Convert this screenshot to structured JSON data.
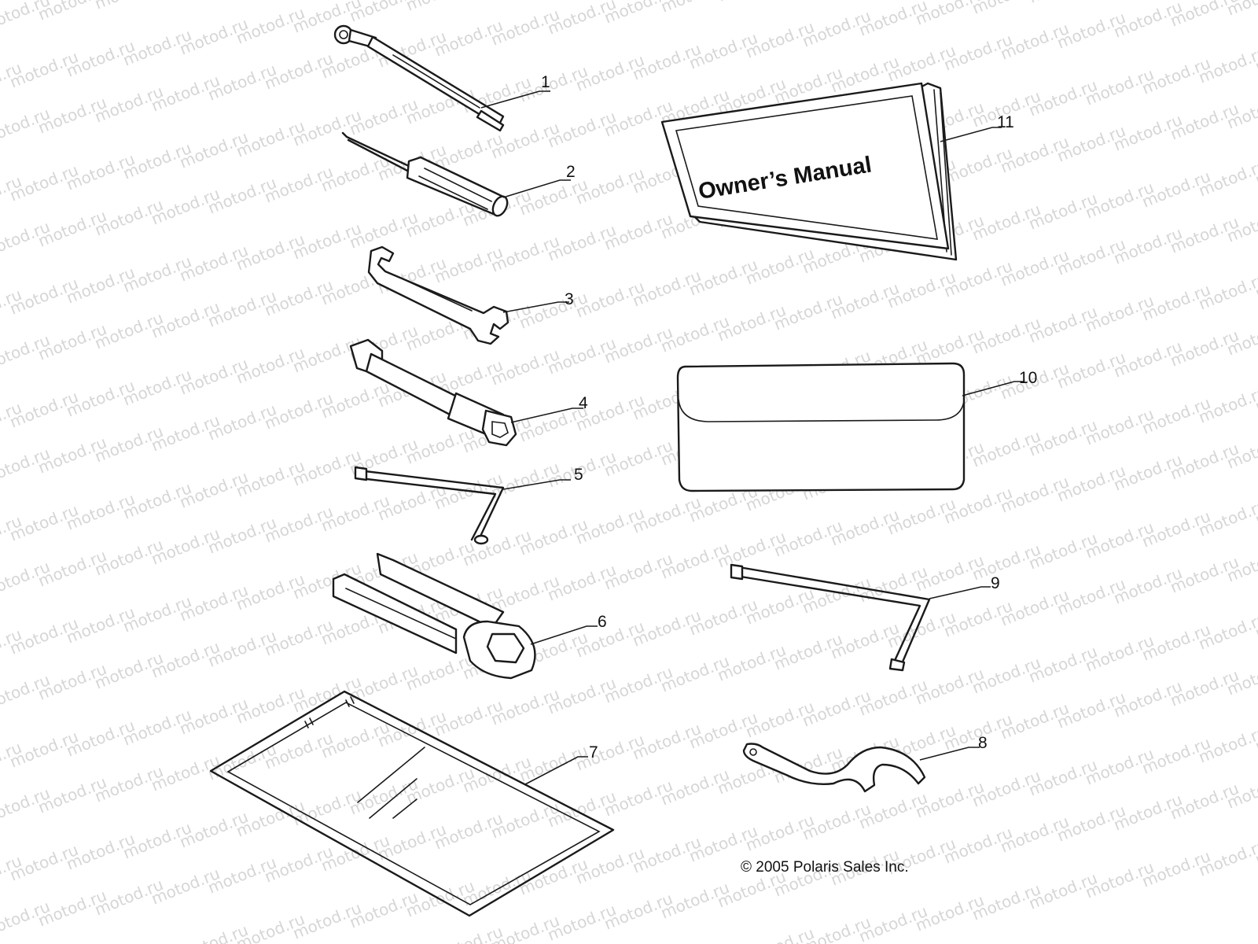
{
  "watermark": "motod.ru",
  "manual_cover_title": "Owner’s Manual",
  "copyright": "© 2005 Polaris Sales Inc.",
  "callouts": [
    "1",
    "2",
    "3",
    "4",
    "5",
    "6",
    "7",
    "8",
    "9",
    "10",
    "11"
  ]
}
